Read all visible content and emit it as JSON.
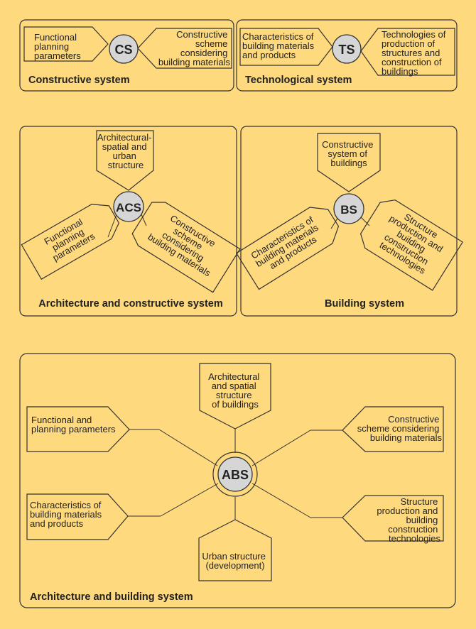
{
  "panels": {
    "cs": {
      "title": "Constructive system",
      "node": "CS",
      "left": [
        "Functional",
        "planning",
        "parameters"
      ],
      "right": [
        "Constructive",
        "scheme",
        "considering",
        "building materials"
      ]
    },
    "ts": {
      "title": "Technological system",
      "node": "TS",
      "left": [
        "Characteristics of",
        "building materials",
        "and products"
      ],
      "right": [
        "Technologies of",
        "production of",
        "structures and",
        "construction of",
        "buildings"
      ]
    },
    "acs": {
      "title": "Architecture and constructive system",
      "node": "ACS",
      "top": [
        "Architectural-",
        "spatial and",
        "urban",
        "structure"
      ],
      "left": [
        "Functional",
        "planning",
        "parameters"
      ],
      "right": [
        "Constructive",
        "scheme",
        "considering",
        "building materials"
      ]
    },
    "bs": {
      "title": "Building system",
      "node": "BS",
      "top": [
        "Constructive",
        "system of",
        "buildings"
      ],
      "left": [
        "Characteristics of",
        "building materials",
        "and products"
      ],
      "right": [
        "Structure",
        "production and",
        "building",
        "construction",
        "technologies"
      ]
    },
    "abs": {
      "title": "Architecture and building system",
      "node": "ABS",
      "top": [
        "Architectural",
        "and spatial",
        "structure",
        "of buildings"
      ],
      "bottom": [
        "Urban structure",
        "(development)"
      ],
      "upper_left": [
        "Functional and",
        "planning parameters"
      ],
      "lower_left": [
        "Characteristics of",
        "building materials",
        "and products"
      ],
      "upper_right": [
        "Constructive",
        "scheme considering",
        "building materials"
      ],
      "lower_right": [
        "Structure",
        "production and",
        "building",
        "construction",
        "technologies"
      ]
    }
  }
}
